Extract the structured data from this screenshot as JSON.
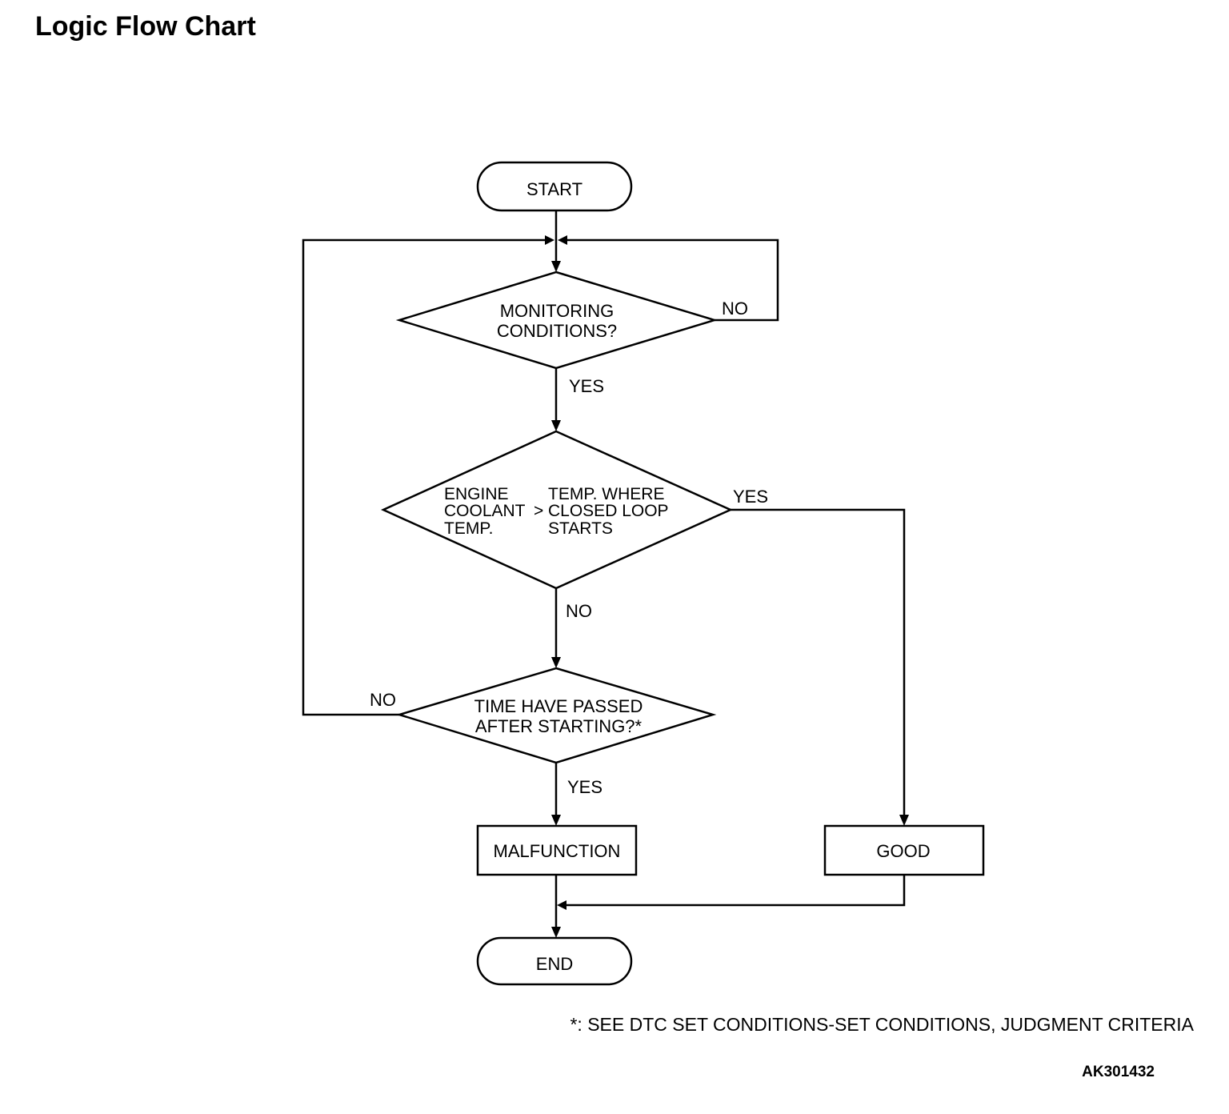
{
  "title": "Logic Flow Chart",
  "nodes": {
    "start": "START",
    "monitoring": [
      "MONITORING",
      "CONDITIONS?"
    ],
    "coolant": {
      "left": [
        "ENGINE",
        "COOLANT",
        "TEMP."
      ],
      "operator": ">",
      "right": [
        "TEMP. WHERE",
        "CLOSED LOOP",
        "STARTS"
      ]
    },
    "time": [
      "TIME HAVE PASSED",
      "AFTER STARTING?*"
    ],
    "malfunction": "MALFUNCTION",
    "good": "GOOD",
    "end": "END"
  },
  "edges": {
    "monitoring_no": "NO",
    "monitoring_yes": "YES",
    "coolant_yes": "YES",
    "coolant_no": "NO",
    "time_no": "NO",
    "time_yes": "YES"
  },
  "footnote": "*: SEE DTC SET CONDITIONS-SET CONDITIONS, JUDGMENT CRITERIA",
  "figure_code": "AK301432"
}
